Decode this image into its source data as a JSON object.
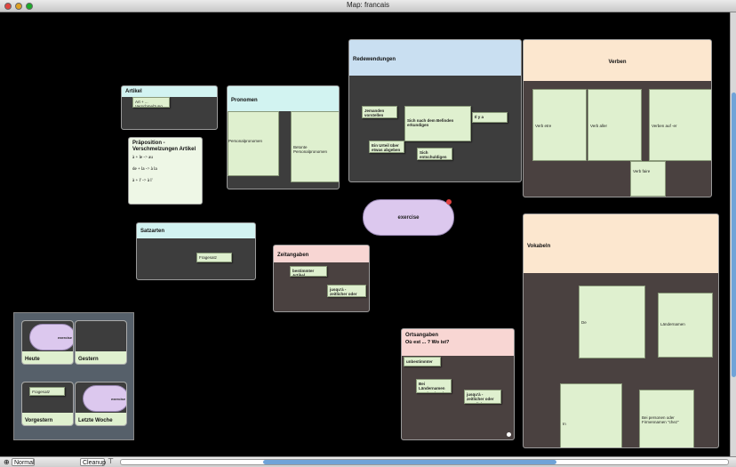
{
  "window": {
    "title": "Map: francais"
  },
  "colors": {
    "cyan": "#d2f3f1",
    "blue": "#c9dff1",
    "peach": "#fce7cf",
    "pink": "#f8d6d3",
    "green": "#dff0cf",
    "dark": "#3d3d3d",
    "darkbrown": "#4a4140",
    "lavender": "#dcc8ee"
  },
  "artikel": {
    "title": "Artikel",
    "note": "Art + ...\nVerschmelzung"
  },
  "praeposition": {
    "title": "Präposition - Verschmelzungen Artikel",
    "lines": [
      "à + le -> au",
      "de + la -> à la",
      "à + l' -> à l'"
    ]
  },
  "pronomen": {
    "title": "Pronomen",
    "left": "Personalpronomen",
    "right": "Betonte Personalpronomen"
  },
  "redewendungen": {
    "title": "Redewendungen",
    "n1": "Jemanden vorstellen",
    "n2": "Sich nach dem Befinden erkundigen",
    "n3": "Il y a",
    "n4": "Ein Urteil über etwas abgeben",
    "n5": "Sich entschuldigen"
  },
  "verben": {
    "title": "Verben",
    "c1": "Verb etre",
    "c2": "Verb aller",
    "c3": "Verben auf -er",
    "c4": "Verb faire"
  },
  "satzarten": {
    "title": "Satzarten",
    "note": "Fragesatz"
  },
  "zeitangaben": {
    "title": "Zeitangaben",
    "n1": "bestimmter Artikel",
    "n2": "jusqu'à - zeitlicher oder räumlicher"
  },
  "exercise": {
    "label": "exercise"
  },
  "vokabeln": {
    "title": "Vokabeln",
    "c1": "De",
    "c2": "Ländernamen",
    "c3": "In",
    "c4": "Bei personen oder Firmennamen \"chez\""
  },
  "ortsangaben": {
    "title": "Ortsangaben",
    "subtitle": "Où est ... ?  Wo ist?",
    "n1": "unbestimmter",
    "n2": "Bei Ländernamen Im Plural steht à",
    "n3": "jusqu'à - zeitlicher oder räumlicher"
  },
  "thumbs": {
    "heute": "Heute",
    "gestern": "Gestern",
    "vorgestern": "Vorgestern",
    "letzte": "Letzte Woche",
    "exercise": "exercise",
    "fragesatz": "Fragesatz"
  },
  "bottombar": {
    "mode": "Normal",
    "cleanup": "Cleanup"
  }
}
